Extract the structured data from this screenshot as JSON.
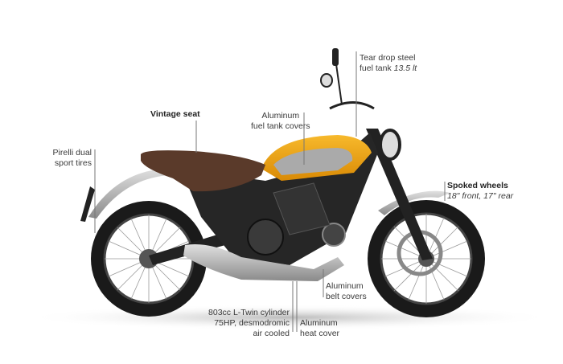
{
  "callouts": {
    "vintage_seat": "Vintage seat",
    "fuel_tank_covers": [
      "Aluminum",
      "fuel tank covers"
    ],
    "tires": [
      "Pirelli dual",
      "sport tires"
    ],
    "fuel_tank": {
      "line1": "Tear drop steel",
      "line2": "fuel tank",
      "capacity": "13.5 lt"
    },
    "wheels": {
      "title": "Spoked wheels",
      "detail": "18\" front, 17\" rear"
    },
    "belt_covers": [
      "Aluminum",
      "belt covers"
    ],
    "engine": [
      "803cc L-Twin cylinder",
      "75HP, desmodromic",
      "air cooled"
    ],
    "heat_cover": [
      "Aluminum",
      "heat cover"
    ]
  },
  "colors": {
    "tank": "#f2a516",
    "seat": "#5a3a2a",
    "frame": "#1e1e1e",
    "chrome": "#b8b8b8"
  }
}
